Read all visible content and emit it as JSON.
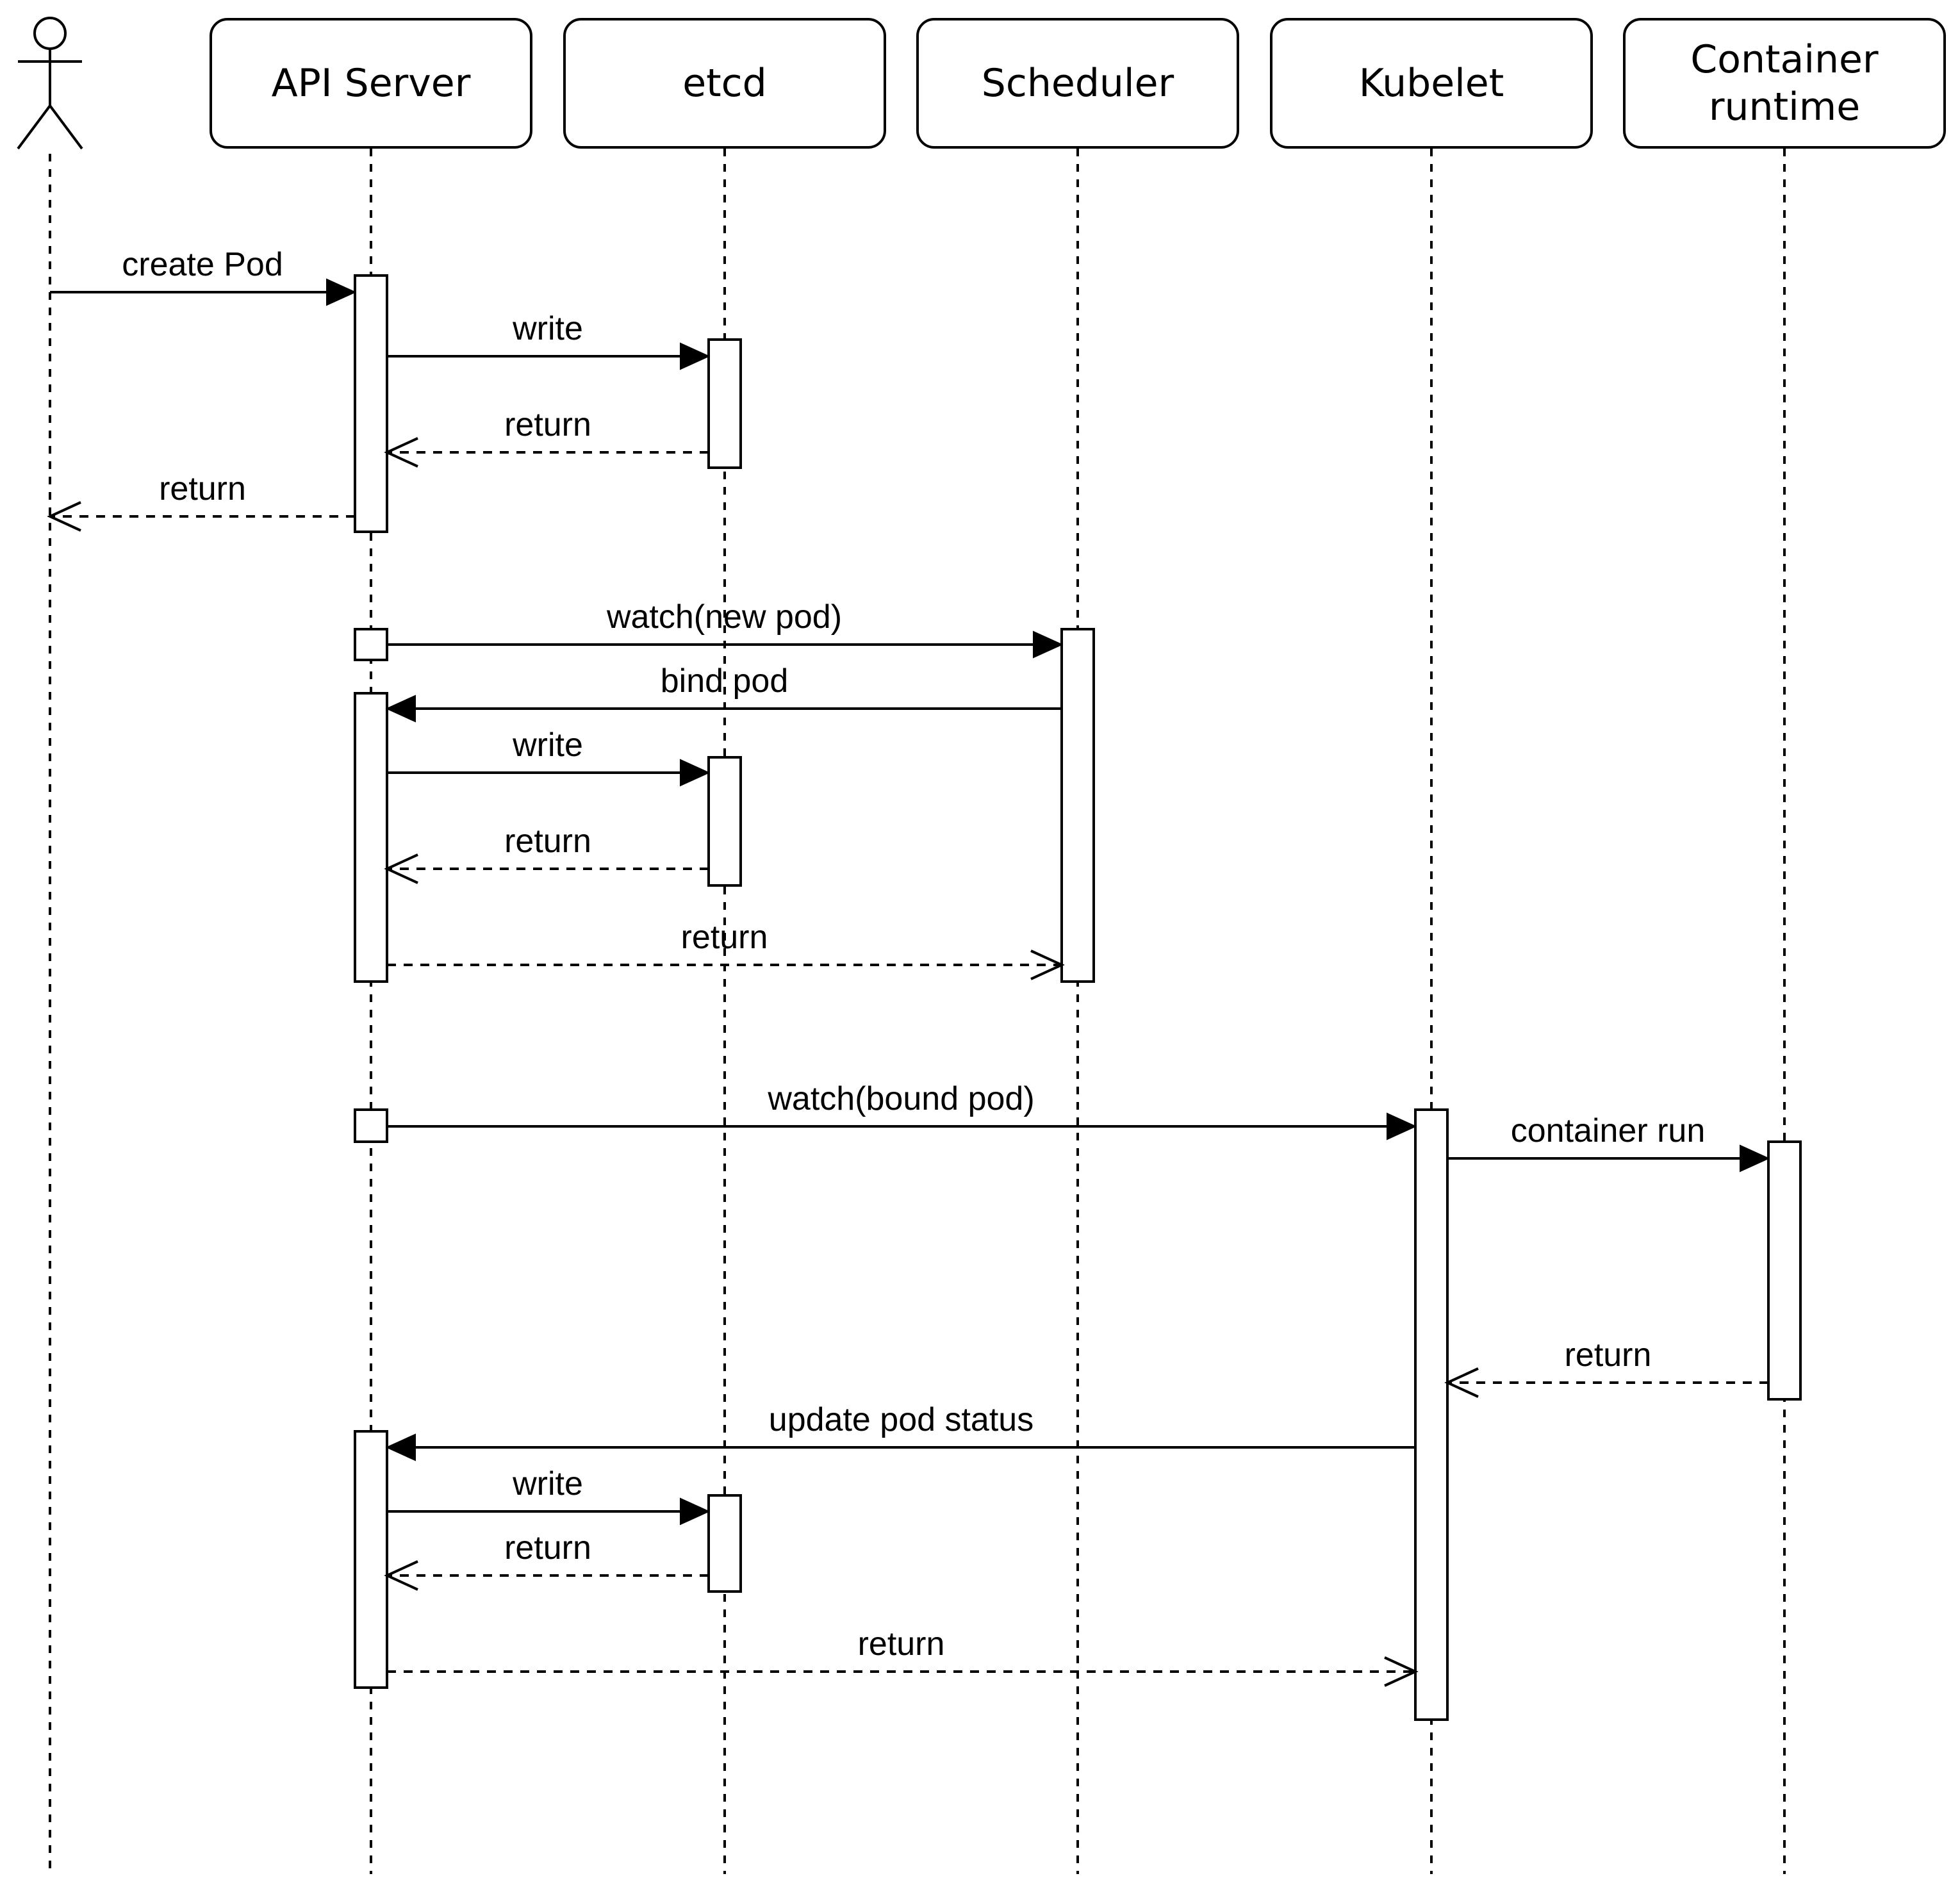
{
  "participants": [
    {
      "id": "user",
      "type": "actor",
      "label": ""
    },
    {
      "id": "api-server",
      "type": "box",
      "label": [
        "API Server"
      ]
    },
    {
      "id": "etcd",
      "type": "box",
      "label": [
        "etcd"
      ]
    },
    {
      "id": "scheduler",
      "type": "box",
      "label": [
        "Scheduler"
      ]
    },
    {
      "id": "kubelet",
      "type": "box",
      "label": [
        "Kubelet"
      ]
    },
    {
      "id": "container-runtime",
      "type": "box",
      "label": [
        "Container",
        "runtime"
      ]
    }
  ],
  "messages": [
    {
      "label": "create Pod",
      "from": "user",
      "to": "api-server",
      "kind": "call"
    },
    {
      "label": "write",
      "from": "api-server",
      "to": "etcd",
      "kind": "call"
    },
    {
      "label": "return",
      "from": "etcd",
      "to": "api-server",
      "kind": "return"
    },
    {
      "label": "return",
      "from": "api-server",
      "to": "user",
      "kind": "return"
    },
    {
      "label": "watch(new pod)",
      "from": "api-server",
      "to": "scheduler",
      "kind": "call"
    },
    {
      "label": "bind pod",
      "from": "scheduler",
      "to": "api-server",
      "kind": "call"
    },
    {
      "label": "write",
      "from": "api-server",
      "to": "etcd",
      "kind": "call"
    },
    {
      "label": "return",
      "from": "etcd",
      "to": "api-server",
      "kind": "return"
    },
    {
      "label": "return",
      "from": "api-server",
      "to": "scheduler",
      "kind": "return"
    },
    {
      "label": "watch(bound pod)",
      "from": "api-server",
      "to": "kubelet",
      "kind": "call"
    },
    {
      "label": "container run",
      "from": "kubelet",
      "to": "container-runtime",
      "kind": "call"
    },
    {
      "label": "return",
      "from": "container-runtime",
      "to": "kubelet",
      "kind": "return"
    },
    {
      "label": "update pod status",
      "from": "kubelet",
      "to": "api-server",
      "kind": "call"
    },
    {
      "label": "write",
      "from": "api-server",
      "to": "etcd",
      "kind": "call"
    },
    {
      "label": "return",
      "from": "etcd",
      "to": "api-server",
      "kind": "return"
    },
    {
      "label": "return",
      "from": "api-server",
      "to": "kubelet",
      "kind": "return"
    }
  ]
}
